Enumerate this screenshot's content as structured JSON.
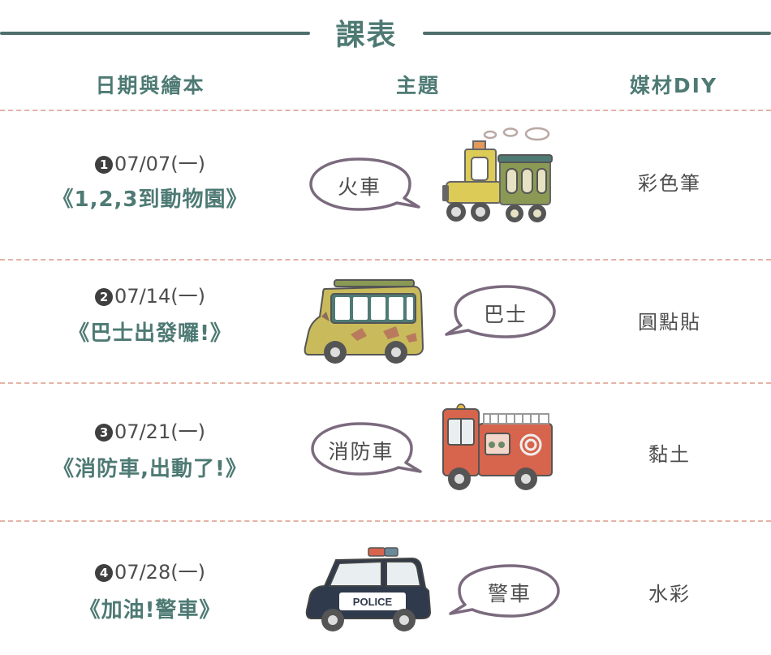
{
  "title": "課表",
  "headers": {
    "date_book": "日期與繪本",
    "theme": "主題",
    "media": "媒材DIY"
  },
  "rows": [
    {
      "num": "1",
      "date": "07/07(一)",
      "book": "《1,2,3到動物園》",
      "theme": "火車",
      "media": "彩色筆",
      "vehicle": "train-icon"
    },
    {
      "num": "2",
      "date": "07/14(一)",
      "book": "《巴士出發囉!》",
      "theme": "巴士",
      "media": "圓點貼",
      "vehicle": "bus-icon"
    },
    {
      "num": "3",
      "date": "07/21(一)",
      "book": "《消防車,出動了!》",
      "theme": "消防車",
      "media": "黏土",
      "vehicle": "fire-truck-icon"
    },
    {
      "num": "4",
      "date": "07/28(一)",
      "book": "《加油!警車》",
      "theme": "警車",
      "media": "水彩",
      "vehicle": "police-car-icon"
    }
  ],
  "police_text": "POLICE",
  "colors": {
    "accent": "#4e7a74",
    "divider": "#e3b3a6",
    "bubble": "#7b6a7e"
  }
}
